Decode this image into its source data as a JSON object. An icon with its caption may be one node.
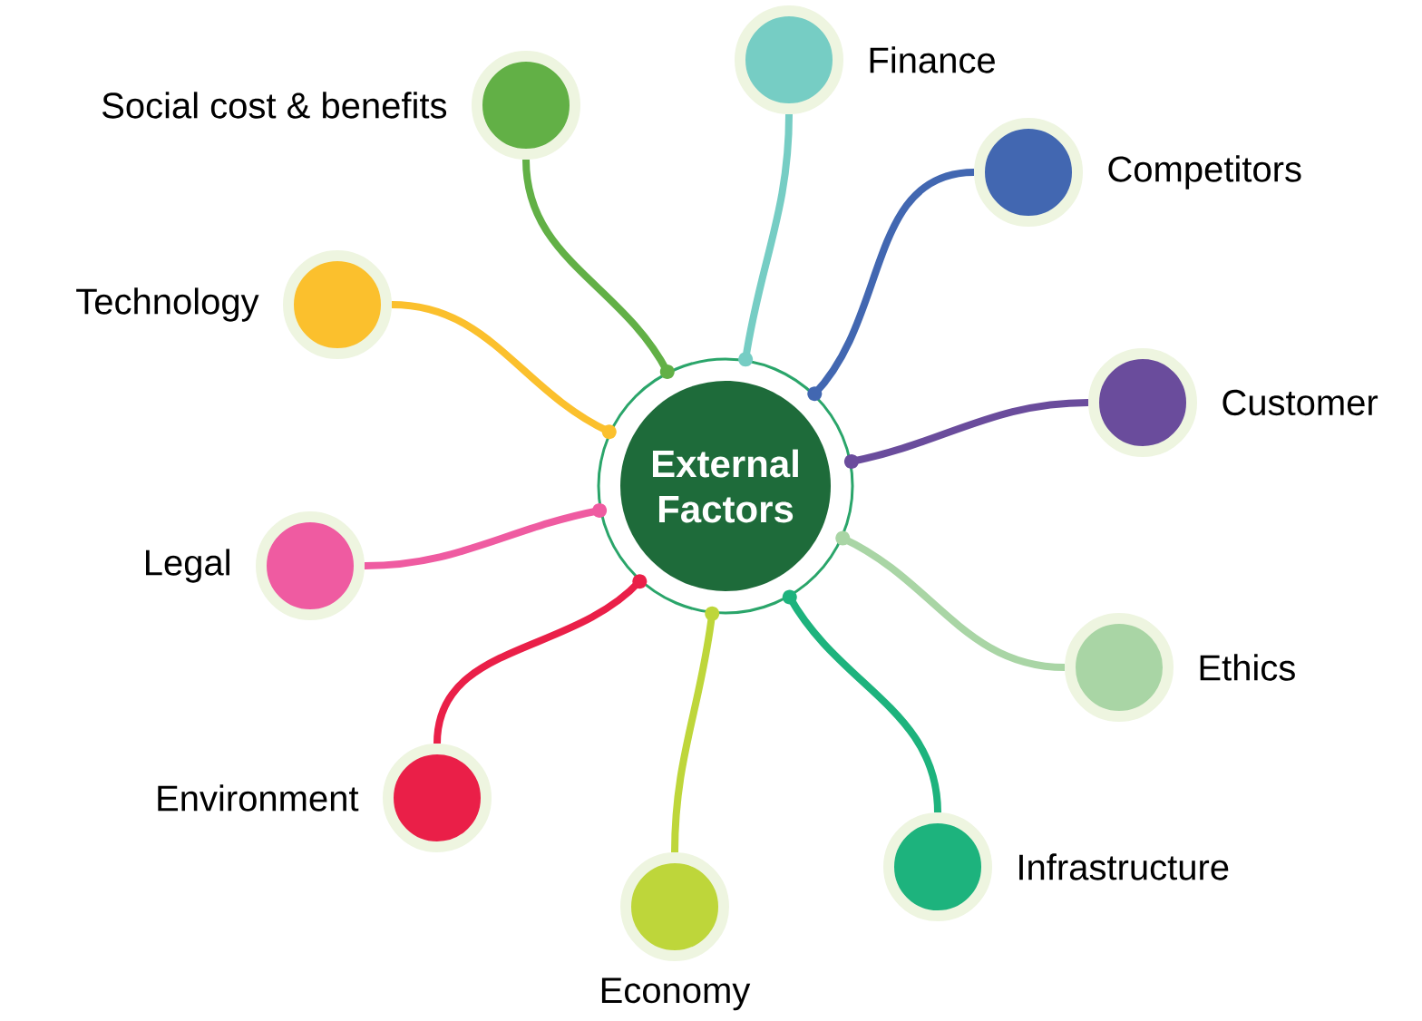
{
  "diagram": {
    "nodes": [
      {
        "text": [
          "External Factors"
        ]
      },
      {
        "text": [],
        "shape": "circle",
        "beside": [
          "Finance"
        ]
      },
      {
        "text": [],
        "shape": "circle",
        "beside": [
          "Social cost & benefits"
        ]
      },
      {
        "text": [],
        "shape": "circle",
        "beside": [
          "Competitors"
        ]
      },
      {
        "text": [],
        "shape": "circle",
        "beside": [
          "Technology"
        ]
      },
      {
        "text": [],
        "shape": "circle",
        "beside": [
          "Customer"
        ]
      },
      {
        "text": [],
        "shape": "circle",
        "beside": [
          "Legal"
        ]
      },
      {
        "text": [],
        "shape": "circle",
        "beside": [
          "Ethics"
        ]
      },
      {
        "text": [],
        "shape": "circle",
        "beside": [
          "Environment"
        ]
      },
      {
        "text": [],
        "shape": "circle",
        "beside": [
          "Infrastructure"
        ]
      },
      {
        "text": [],
        "shape": "circle",
        "beside": [
          "Economy"
        ]
      }
    ],
    "edges": [
      {
        "from": 0,
        "to": 1,
        "arrow": "other",
        "color": "#76cdc4"
      },
      {
        "from": 0,
        "to": 2,
        "arrow": "other",
        "color": "#62b046"
      },
      {
        "from": 0,
        "to": 3,
        "arrow": "other",
        "color": "#4267b1"
      },
      {
        "from": 0,
        "to": 4,
        "arrow": "other",
        "color": "#fbc02d"
      },
      {
        "from": 0,
        "to": 5,
        "arrow": "other",
        "color": "#6a4c9c"
      },
      {
        "from": 0,
        "to": 6,
        "arrow": "other",
        "color": "#ef5ba1"
      },
      {
        "from": 0,
        "to": 7,
        "arrow": "other",
        "color": "#a9d5a5"
      },
      {
        "from": 0,
        "to": 8,
        "arrow": "other",
        "color": "#ea1f48"
      },
      {
        "from": 0,
        "to": 9,
        "arrow": "other",
        "color": "#1db37d"
      },
      {
        "from": 0,
        "to": 10,
        "arrow": "other",
        "color": "#bed63a"
      }
    ]
  }
}
